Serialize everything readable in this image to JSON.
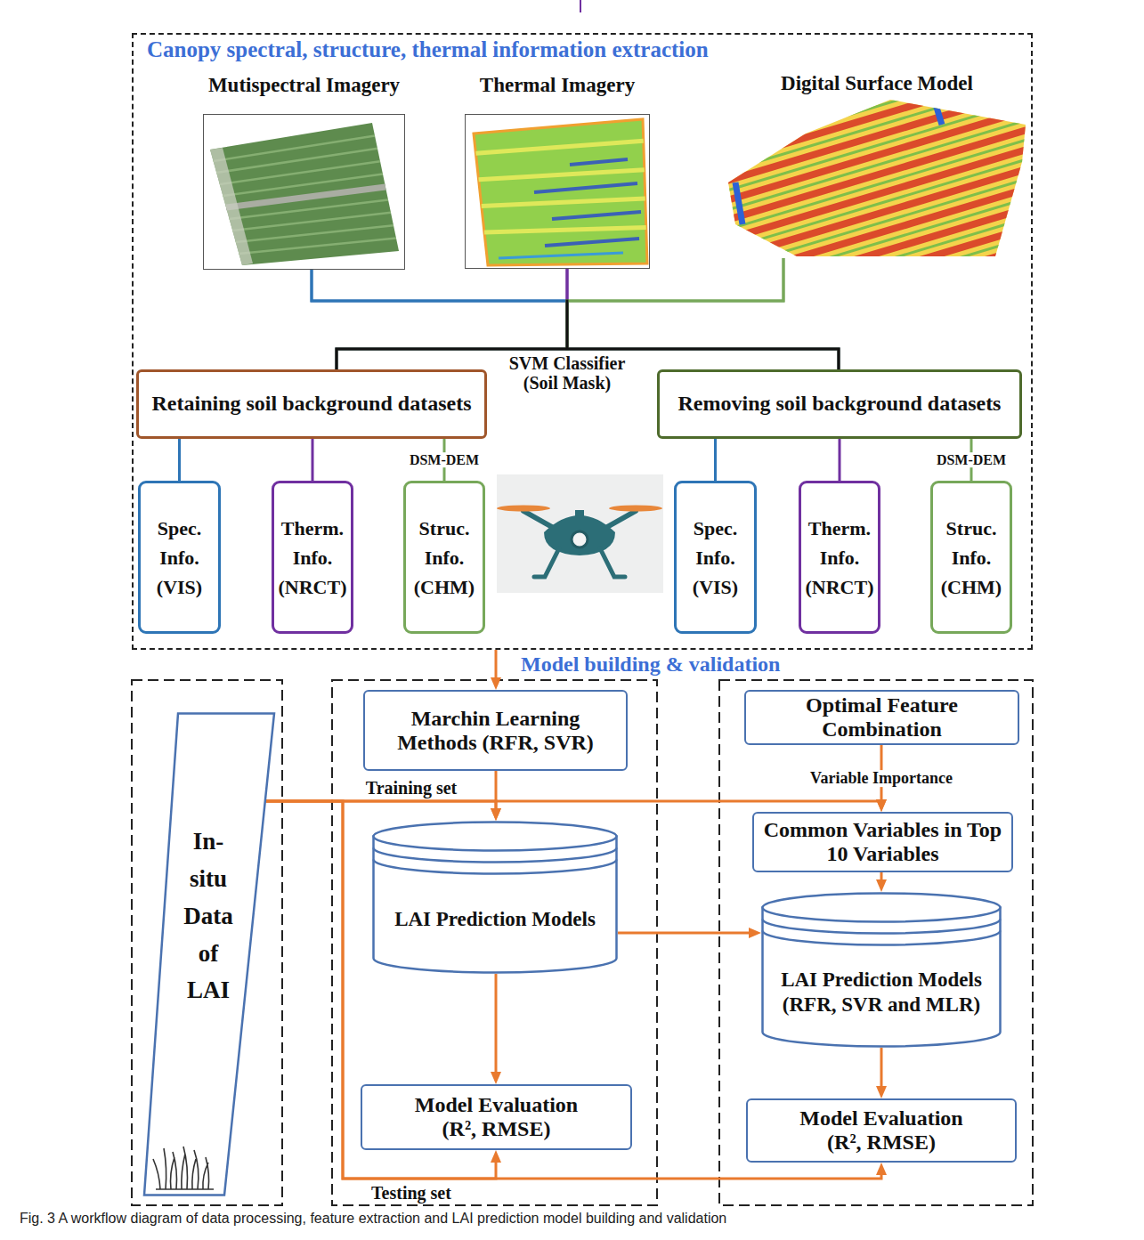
{
  "diagram": {
    "caption": "Fig. 3 A workflow diagram of data processing, feature extraction and LAI prediction model building and validation",
    "nodes": [
      {
        "text": [
          "Canopy spectral, structure, thermal information extraction"
        ]
      },
      {
        "text": [
          "Mutispectral Imagery"
        ],
        "in": 0
      },
      {
        "text": [
          "Thermal Imagery"
        ],
        "in": 0
      },
      {
        "text": [
          "Digital Surface Model"
        ],
        "in": 0
      },
      {
        "text": [
          "Retaining soil background datasets"
        ],
        "in": 0
      },
      {
        "text": [
          "Spec. Info. (VIS)"
        ],
        "in": 0
      },
      {
        "text": [
          "Therm. Info. (NRCT)"
        ],
        "in": 0
      },
      {
        "text": [
          "Struc. Info. (CHM)"
        ],
        "in": 0
      },
      {
        "text": [
          "Removing soil background datasets"
        ],
        "in": 0
      },
      {
        "text": [
          "Spec. Info. (VIS)"
        ],
        "in": 0
      },
      {
        "text": [
          "Therm. Info. (NRCT)"
        ],
        "in": 0
      },
      {
        "text": [
          "Struc. Info. (CHM)"
        ],
        "in": 0
      },
      {
        "text": [
          "In- situ Data of LAI"
        ]
      },
      {
        "text": [
          "Marchin Learning Methods (RFR, SVR)"
        ]
      },
      {
        "text": [
          "LAI Prediction Models"
        ]
      },
      {
        "text": [
          "Model Evaluation (R², RMSE)"
        ]
      },
      {
        "text": [
          "Optimal Feature Combination"
        ]
      },
      {
        "text": [
          "Common Variables in Top 10 Variables"
        ]
      },
      {
        "text": [
          "LAI Prediction Models (RFR, SVR and MLR)"
        ]
      },
      {
        "text": [
          "Model Evaluation (R², RMSE)"
        ]
      }
    ],
    "edges": [
      {
        "from": 1,
        "to": 4,
        "arrow": "none"
      },
      {
        "from": 1,
        "to": 8,
        "arrow": "none"
      },
      {
        "from": 2,
        "to": 4,
        "arrow": "none"
      },
      {
        "from": 2,
        "to": 8,
        "arrow": "none"
      },
      {
        "from": 3,
        "to": 4,
        "arrow": "none"
      },
      {
        "from": 3,
        "to": 8,
        "arrow": "none"
      },
      {
        "from": 4,
        "to": 5,
        "arrow": "none"
      },
      {
        "from": 4,
        "to": 6,
        "arrow": "none"
      },
      {
        "from": 4,
        "to": 7,
        "arrow": "none",
        "label": "DSM-DEM"
      },
      {
        "from": 8,
        "to": 9,
        "arrow": "none"
      },
      {
        "from": 8,
        "to": 10,
        "arrow": "none"
      },
      {
        "from": 8,
        "to": 11,
        "arrow": "none",
        "label": "DSM-DEM"
      },
      {
        "from": 0,
        "to": 13,
        "arrow": "to"
      },
      {
        "from": 13,
        "to": 14,
        "arrow": "to"
      },
      {
        "from": 14,
        "to": 15,
        "arrow": "to"
      },
      {
        "from": 14,
        "to": 18,
        "arrow": "to"
      },
      {
        "from": 16,
        "to": 17,
        "arrow": "to",
        "label": "Variable Importance"
      },
      {
        "from": 17,
        "to": 18,
        "arrow": "to"
      },
      {
        "from": 18,
        "to": 19,
        "arrow": "to"
      },
      {
        "from": 12,
        "to": 14,
        "arrow": "to",
        "label": "Training set"
      },
      {
        "from": 12,
        "to": 17,
        "arrow": "to"
      },
      {
        "from": 12,
        "to": 15,
        "arrow": "to",
        "label": "Testing set"
      },
      {
        "from": 12,
        "to": 19,
        "arrow": "to"
      }
    ],
    "labels": [
      "SVM Classifier (Soil Mask)",
      "Model building & validation"
    ]
  }
}
